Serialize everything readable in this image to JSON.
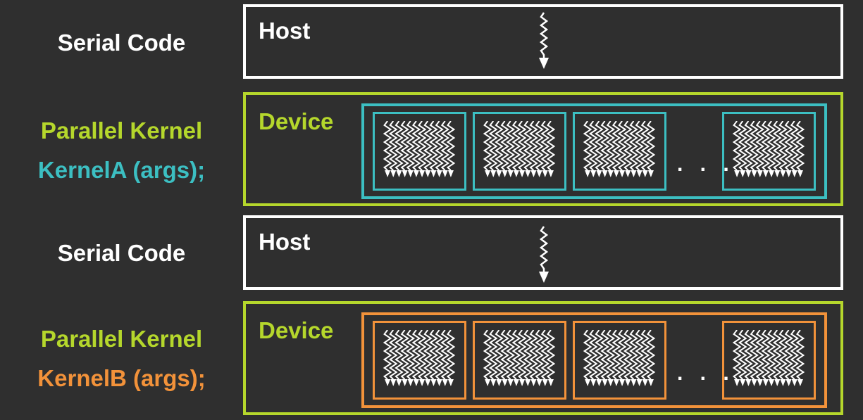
{
  "colors": {
    "background": "#2f2f2f",
    "host": "#ffffff",
    "device": "#b5d72c",
    "kernel_a": "#3cbfc2",
    "kernel_b": "#f2923a"
  },
  "rows": [
    {
      "kind": "host",
      "labels": [
        "Serial Code"
      ],
      "box_title": "Host"
    },
    {
      "kind": "device",
      "labels": [
        "Parallel Kernel",
        "KernelA (args);"
      ],
      "box_title": "Device",
      "ellipsis": ". . ."
    },
    {
      "kind": "host",
      "labels": [
        "Serial Code"
      ],
      "box_title": "Host"
    },
    {
      "kind": "device",
      "labels": [
        "Parallel Kernel",
        "KernelB (args);"
      ],
      "box_title": "Device",
      "ellipsis": ". . ."
    }
  ]
}
